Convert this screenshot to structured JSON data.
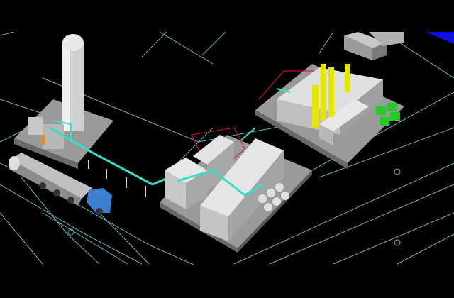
{
  "scene": {
    "background": "#000000",
    "colors": {
      "site_lines": "#7fd3dc",
      "slab": "#9a9a9a",
      "building": "#d8d8d8",
      "building_shade": "#a8a8a8",
      "pipe": "#33e0c8",
      "steel_frame": "#d02020",
      "vessel": "#e6e600",
      "equipment_green": "#22cc22",
      "truck_cab": "#3a7fd0",
      "corner_panel": "#1010e0"
    },
    "objects": [
      {
        "name": "storage-silo"
      },
      {
        "name": "tanker-truck"
      },
      {
        "name": "pipe-rack"
      },
      {
        "name": "process-building-center"
      },
      {
        "name": "process-building-right"
      },
      {
        "name": "storage-shed-top"
      }
    ]
  }
}
